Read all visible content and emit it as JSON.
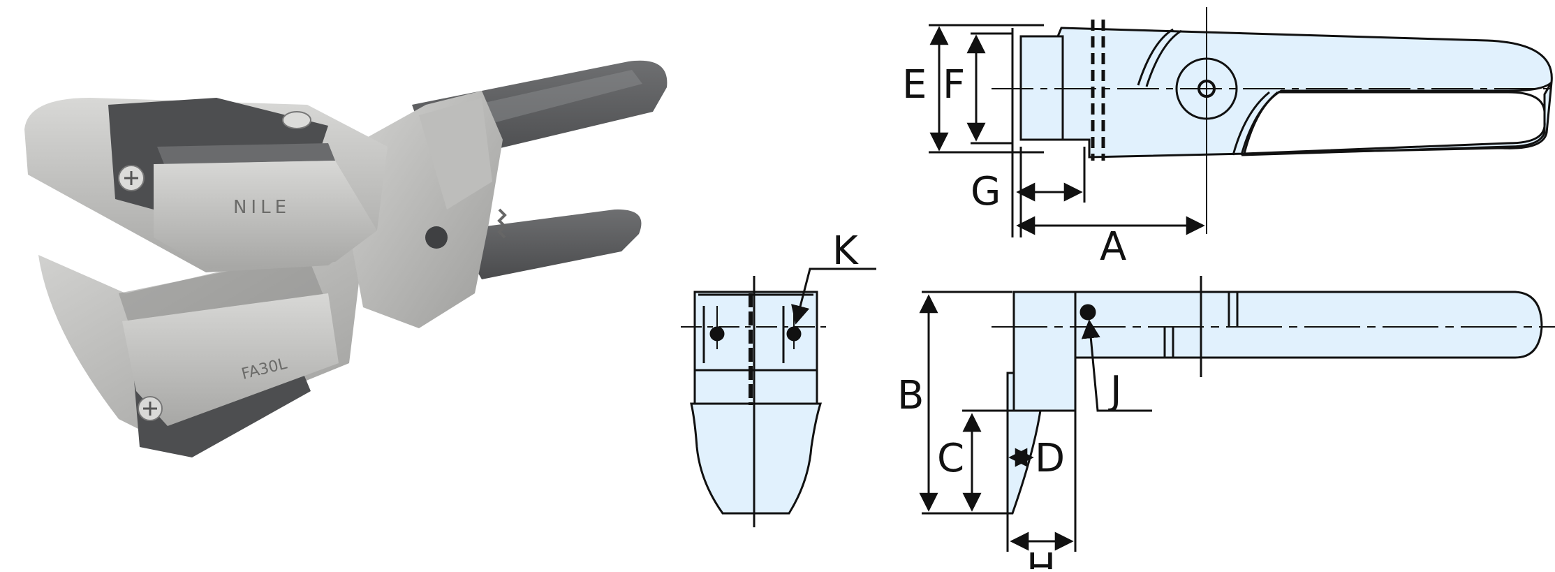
{
  "photo": {
    "engraving_top": "NILE",
    "engraving_bottom": "FA30L"
  },
  "dimensions": {
    "A": "A",
    "B": "B",
    "C": "C",
    "D": "D",
    "E": "E",
    "F": "F",
    "G": "G",
    "H": "H",
    "J": "J",
    "K": "K"
  },
  "colors": {
    "part_fill": "#e1f1fd",
    "line": "#111111",
    "metal_light": "#c9c9c7",
    "metal_mid": "#a9a9a7",
    "metal_dark": "#5e5f61"
  }
}
